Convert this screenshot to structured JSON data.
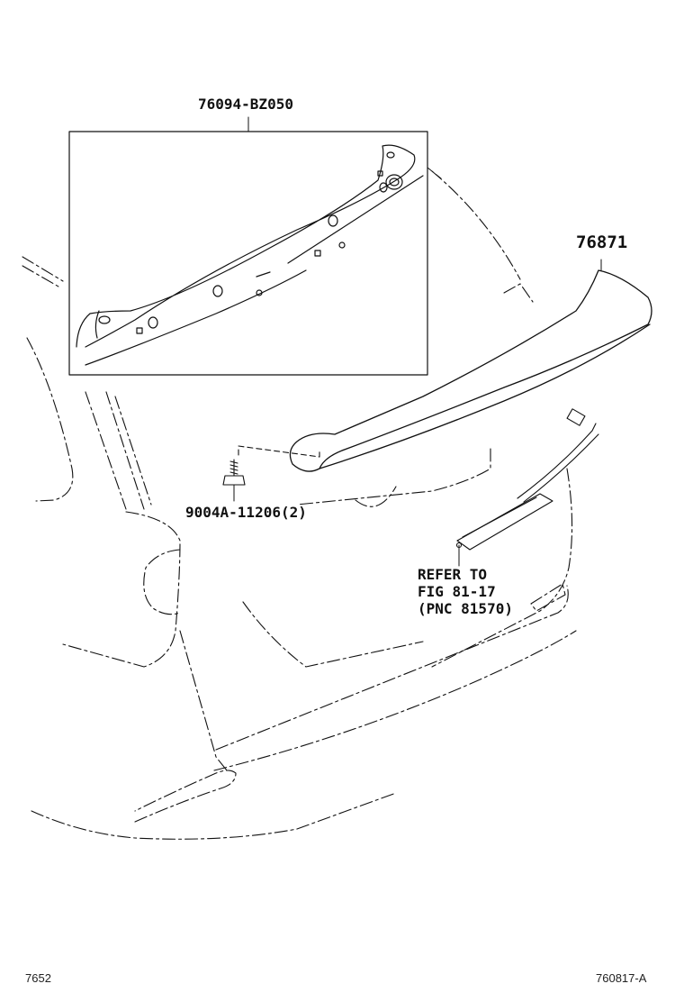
{
  "diagram": {
    "callouts": {
      "spoiler_assembly": "76094-BZ050",
      "spoiler_cover": "76871",
      "screw": "9004A-11206(2)",
      "refer": [
        "REFER TO",
        "FIG 81-17",
        "(PNC 81570)"
      ]
    },
    "footer": {
      "left_code": "7652",
      "right_code": "760817-A"
    },
    "colors": {
      "ink": "#111111",
      "background": "#ffffff"
    }
  }
}
